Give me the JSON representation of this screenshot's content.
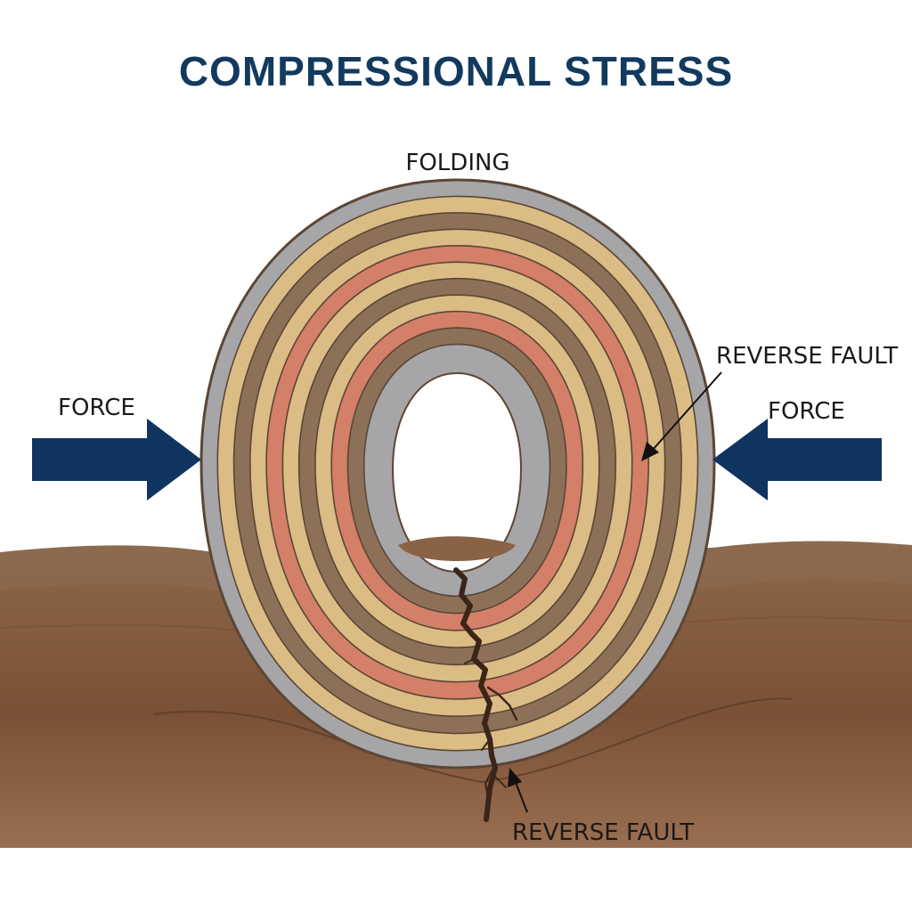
{
  "title": "COMPRESSIONAL STRESS",
  "labels": {
    "folding": "FOLDING",
    "force_left": "FORCE",
    "force_right": "FORCE",
    "reverse_fault_upper": "REVERSE FAULT",
    "reverse_fault_lower": "REVERSE FAULT"
  },
  "colors": {
    "title": "#123a5e",
    "label": "#1a1a1a",
    "arrow": "#0f3460",
    "outline": "#5b4636",
    "ground_top": "#8a6245",
    "ground_body": "#7d5438",
    "ground_deep": "#9a6e50",
    "fault": "#3b2519",
    "layer_gray": "#a6a6a8",
    "layer_tan": "#dbbc84",
    "layer_dark": "#8c7158",
    "layer_coral": "#d47f68"
  },
  "fold_layers": [
    "gray",
    "tan",
    "dark",
    "tan",
    "coral",
    "tan",
    "dark",
    "tan",
    "coral",
    "dark",
    "gray"
  ],
  "icons": {
    "force_arrow_left": "arrow-right-icon",
    "force_arrow_right": "arrow-left-icon"
  }
}
